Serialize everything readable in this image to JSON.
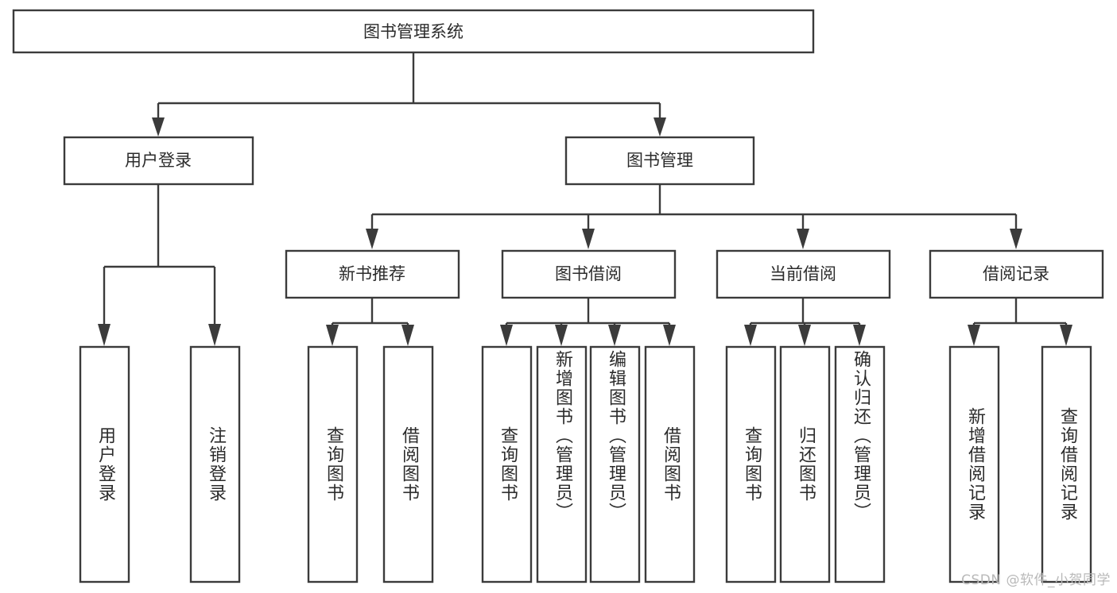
{
  "diagram": {
    "type": "hierarchy-tree",
    "title": "图书管理系统",
    "watermark": "CSDN @软件_小贺同学",
    "orientation": "top-down",
    "levels": 4,
    "root": {
      "id": "root",
      "label": "图书管理系统",
      "orientation": "horizontal"
    },
    "level2": [
      {
        "id": "user-login",
        "label": "用户登录",
        "orientation": "horizontal"
      },
      {
        "id": "book-manage",
        "label": "图书管理",
        "orientation": "horizontal"
      }
    ],
    "level3": [
      {
        "id": "new-book-rec",
        "label": "新书推荐",
        "parent": "book-manage",
        "orientation": "horizontal"
      },
      {
        "id": "book-borrow",
        "label": "图书借阅",
        "parent": "book-manage",
        "orientation": "horizontal"
      },
      {
        "id": "current-borrow",
        "label": "当前借阅",
        "parent": "book-manage",
        "orientation": "horizontal"
      },
      {
        "id": "borrow-record",
        "label": "借阅记录",
        "parent": "book-manage",
        "orientation": "horizontal"
      }
    ],
    "leaves": [
      {
        "id": "leaf-user-login",
        "label": "用户登录",
        "parent": "user-login",
        "orientation": "vertical"
      },
      {
        "id": "leaf-user-logout",
        "label": "注销登录",
        "parent": "user-login",
        "orientation": "vertical"
      },
      {
        "id": "leaf-rec-query-book",
        "label": "查询图书",
        "parent": "new-book-rec",
        "orientation": "vertical"
      },
      {
        "id": "leaf-rec-borrow-book",
        "label": "借阅图书",
        "parent": "new-book-rec",
        "orientation": "vertical"
      },
      {
        "id": "leaf-borrow-query-book",
        "label": "查询图书",
        "parent": "book-borrow",
        "orientation": "vertical"
      },
      {
        "id": "leaf-borrow-add-book",
        "label": "新增图书（管理员）",
        "parent": "book-borrow",
        "orientation": "vertical"
      },
      {
        "id": "leaf-borrow-edit-book",
        "label": "编辑图书（管理员）",
        "parent": "book-borrow",
        "orientation": "vertical"
      },
      {
        "id": "leaf-borrow-borrow-book",
        "label": "借阅图书",
        "parent": "book-borrow",
        "orientation": "vertical"
      },
      {
        "id": "leaf-cur-query-book",
        "label": "查询图书",
        "parent": "current-borrow",
        "orientation": "vertical"
      },
      {
        "id": "leaf-cur-return-book",
        "label": "归还图书",
        "parent": "current-borrow",
        "orientation": "vertical"
      },
      {
        "id": "leaf-cur-confirm-return",
        "label": "确认归还（管理员）",
        "parent": "current-borrow",
        "orientation": "vertical"
      },
      {
        "id": "leaf-rec-add-record",
        "label": "新增借阅记录",
        "parent": "borrow-record",
        "orientation": "vertical"
      },
      {
        "id": "leaf-rec-query-record",
        "label": "查询借阅记录",
        "parent": "borrow-record",
        "orientation": "vertical"
      }
    ],
    "colors": {
      "box_stroke": "#3b3b3b",
      "box_fill": "#ffffff",
      "text": "#2b2b2b",
      "connector": "#3b3b3b",
      "watermark": "#b9b9b9",
      "background": "#ffffff"
    }
  }
}
